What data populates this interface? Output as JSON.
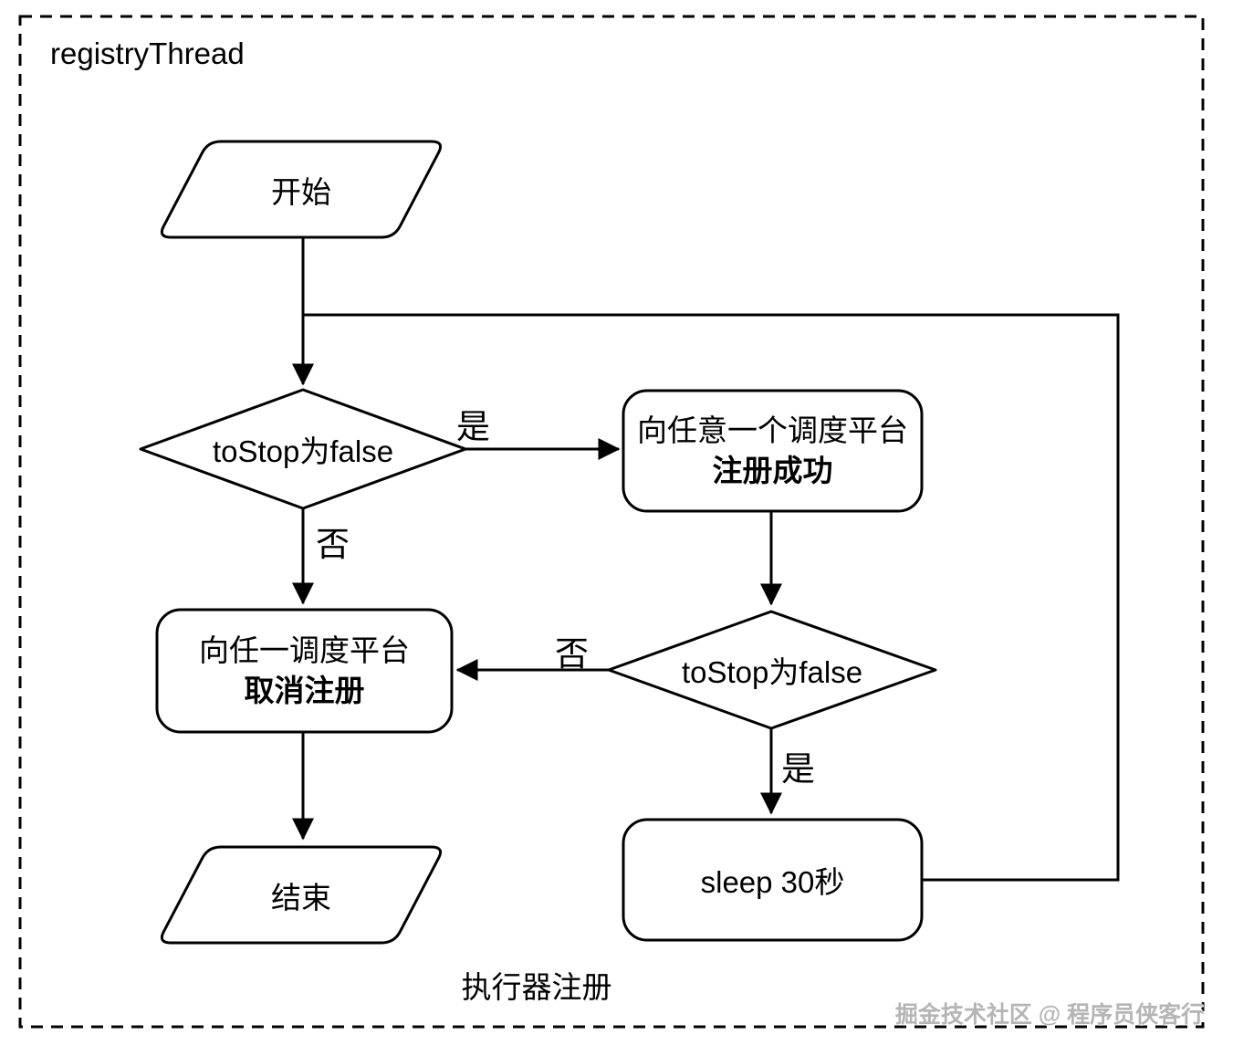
{
  "title": "registryThread",
  "caption": "执行器注册",
  "watermark": "掘金技术社区 @ 程序员侠客行",
  "nodes": {
    "start": {
      "label": "开始"
    },
    "decision1": {
      "label": "toStop为false"
    },
    "register": {
      "line1": "向任意一个调度平台",
      "line2": "注册成功"
    },
    "cancel": {
      "line1": "向任一调度平台",
      "line2": "取消注册"
    },
    "decision2": {
      "label": "toStop为false"
    },
    "sleep": {
      "label": "sleep 30秒"
    },
    "end": {
      "label": "结束"
    }
  },
  "edges": {
    "decision1_yes": "是",
    "decision1_no": "否",
    "decision2_no": "否",
    "decision2_yes": "是"
  },
  "colors": {
    "line": "#000000",
    "fill": "#ffffff",
    "watermark_text": "#b5b5b5"
  }
}
